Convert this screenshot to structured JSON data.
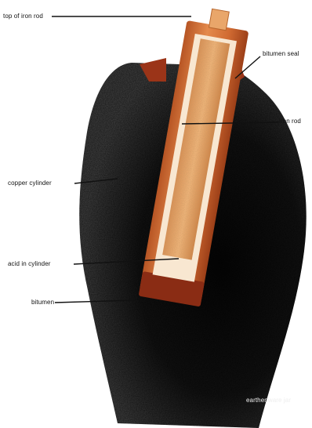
{
  "labels": {
    "top_of_iron_rod": "top of iron rod",
    "bitumen_seal": "bitumen seal",
    "iron_rod": "iron rod",
    "copper_cylinder": "copper cylinder",
    "acid_in_cylinder": "acid in cylinder",
    "bitumen": "bitumen",
    "earthenware_jar": "earthenware jar"
  },
  "colors": {
    "jar": "#1a1a1a",
    "copper": "#d9743a",
    "copper_dark": "#a8481e",
    "iron_rod": "#e2a264",
    "acid": "#f7e6cf",
    "bitumen": "#8a2c14"
  }
}
